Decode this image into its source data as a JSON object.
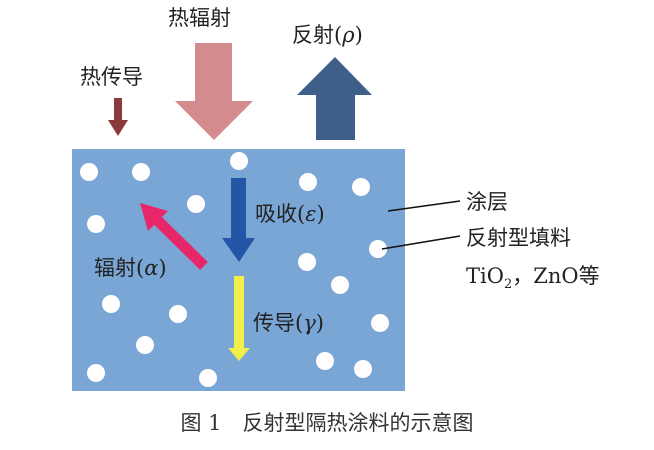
{
  "labels": {
    "heat_radiation": "热辐射",
    "reflection": "反射",
    "reflection_symbol": "ρ",
    "heat_conduction": "热传导",
    "absorption": "吸收",
    "absorption_symbol": "ε",
    "radiation": "辐射",
    "radiation_symbol": "α",
    "conduction": "传导",
    "conduction_symbol": "γ",
    "coating": "涂层",
    "reflective_filler": "反射型填料",
    "filler_examples_prefix": "TiO",
    "filler_examples_sub": "2",
    "filler_examples_suffix": "，ZnO等"
  },
  "caption": "图 1　反射型隔热涂料的示意图",
  "colors": {
    "coating": "#7aa6d6",
    "heat_radiation_arrow": "#d48b8e",
    "reflection_arrow": "#3e5f8a",
    "heat_conduction_arrow": "#8b3a3a",
    "absorption_arrow": "#2456a8",
    "radiation_arrow": "#e8266a",
    "conduction_arrow": "#f2ee4a",
    "particle": "#ffffff"
  }
}
